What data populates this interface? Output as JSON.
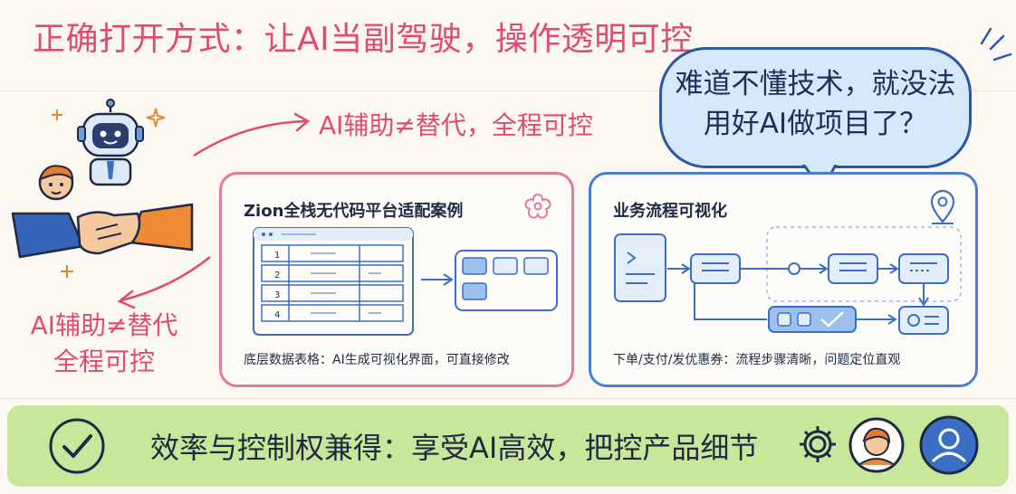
{
  "title": "正确打开方式：让AI当副驾驶，操作透明可控",
  "speech_bubble": {
    "line1": "难道不懂技术，就没法",
    "line2": "用好AI做项目了？"
  },
  "tagline": "AI辅助≠替代，全程可控",
  "left_tagline": {
    "line1": "AI辅助≠替代",
    "line2": "全程可控"
  },
  "card_left": {
    "title": "Zion全栈无代码平台适配案例",
    "caption": "底层数据表格：AI生成可视化界面，可直接修改",
    "table_rows": [
      "1",
      "2",
      "3",
      "4"
    ]
  },
  "card_right": {
    "title": "业务流程可视化",
    "caption": "下单/支付/发优惠券：流程步骤清晰，问题定位直观"
  },
  "banner": {
    "text": "效率与控制权兼得：享受AI高效，把控产品细节"
  },
  "colors": {
    "title_pink": "#e04a73",
    "card_left_border": "#e47a98",
    "card_right_border": "#4a7fd0",
    "banner_green": "#c8e79a",
    "bubble_fill": "#d6e9fb",
    "navy": "#1e2a44"
  },
  "icons": [
    "robot-icon",
    "handshake-icon",
    "sparkle-icon",
    "flower-icon",
    "location-pin-icon",
    "check-circle-icon",
    "gear-icon",
    "person-avatar-icon",
    "user-avatar-icon"
  ]
}
